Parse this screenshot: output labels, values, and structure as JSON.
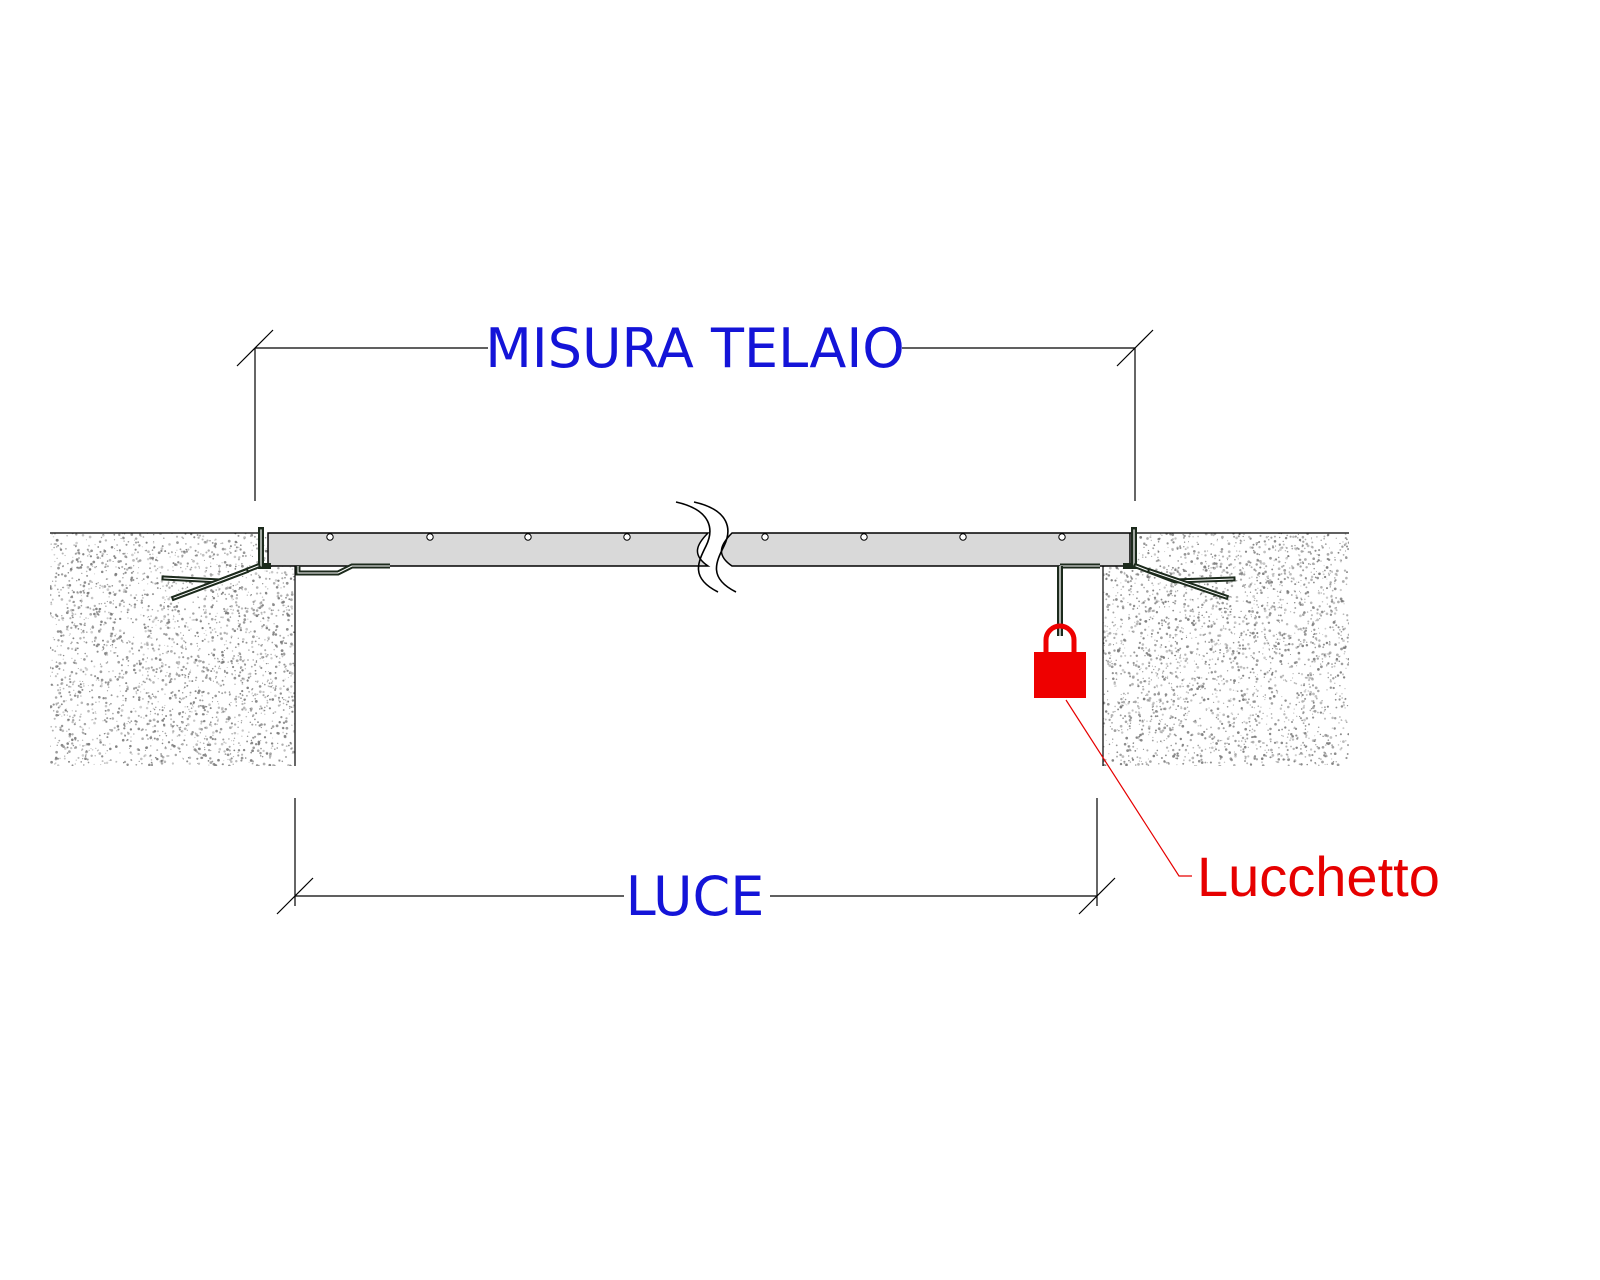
{
  "labels": {
    "frame_size": "MISURA TELAIO",
    "clear_opening": "LUCE",
    "padlock": "Lucchetto"
  },
  "colors": {
    "dimension_text": "#1414d8",
    "callout": "#e60000",
    "padlock": "#ee0000",
    "lines": "#000000",
    "cover_fill": "#d9d9d9",
    "frame_profile": "#1c2a1c",
    "concrete_speckle": "#7a7a7a"
  },
  "icons": {
    "padlock": "padlock-icon",
    "break": "break-line-icon"
  }
}
